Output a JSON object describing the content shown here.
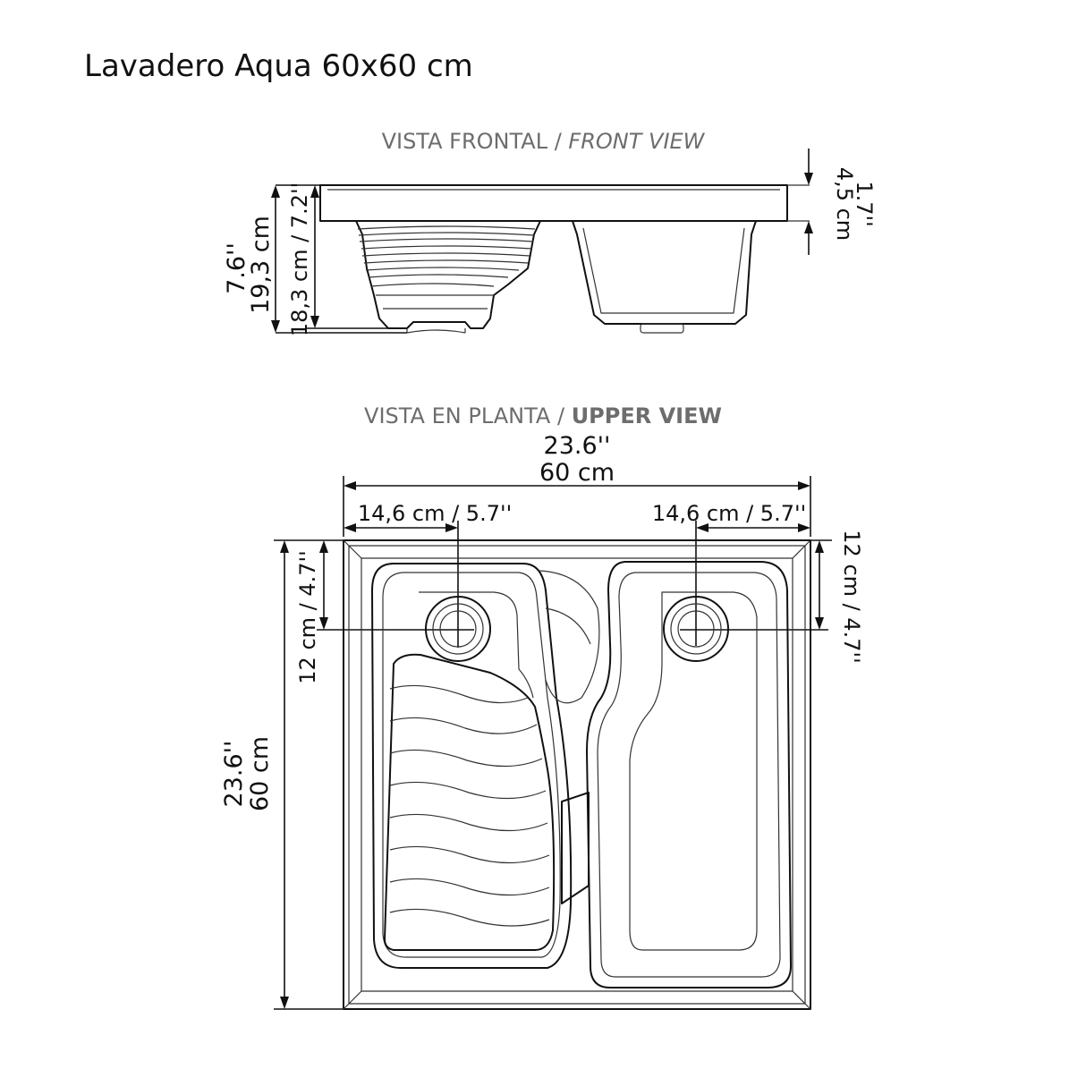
{
  "title": "Lavadero Aqua 60x60 cm",
  "front_view": {
    "title_normal": "VISTA FRONTAL / ",
    "title_emphasis": "FRONT VIEW",
    "dims": {
      "total_height_in": "7.6''",
      "total_height_cm": "19,3 cm",
      "basin_depth": "18,3 cm / 7.2''",
      "rim_in": "1.7''",
      "rim_cm": "4,5 cm"
    }
  },
  "upper_view": {
    "title_normal": "VISTA EN PLANTA / ",
    "title_emphasis": "UPPER VIEW",
    "dims": {
      "width_in": "23.6''",
      "width_cm": "60 cm",
      "drain_left": "14,6 cm / 5.7''",
      "drain_right": "14,6 cm / 5.7''",
      "drain_top_left": "12 cm / 4.7''",
      "drain_top_right": "12 cm / 4.7''",
      "depth_in": "23.6''",
      "depth_cm": "60 cm"
    }
  }
}
